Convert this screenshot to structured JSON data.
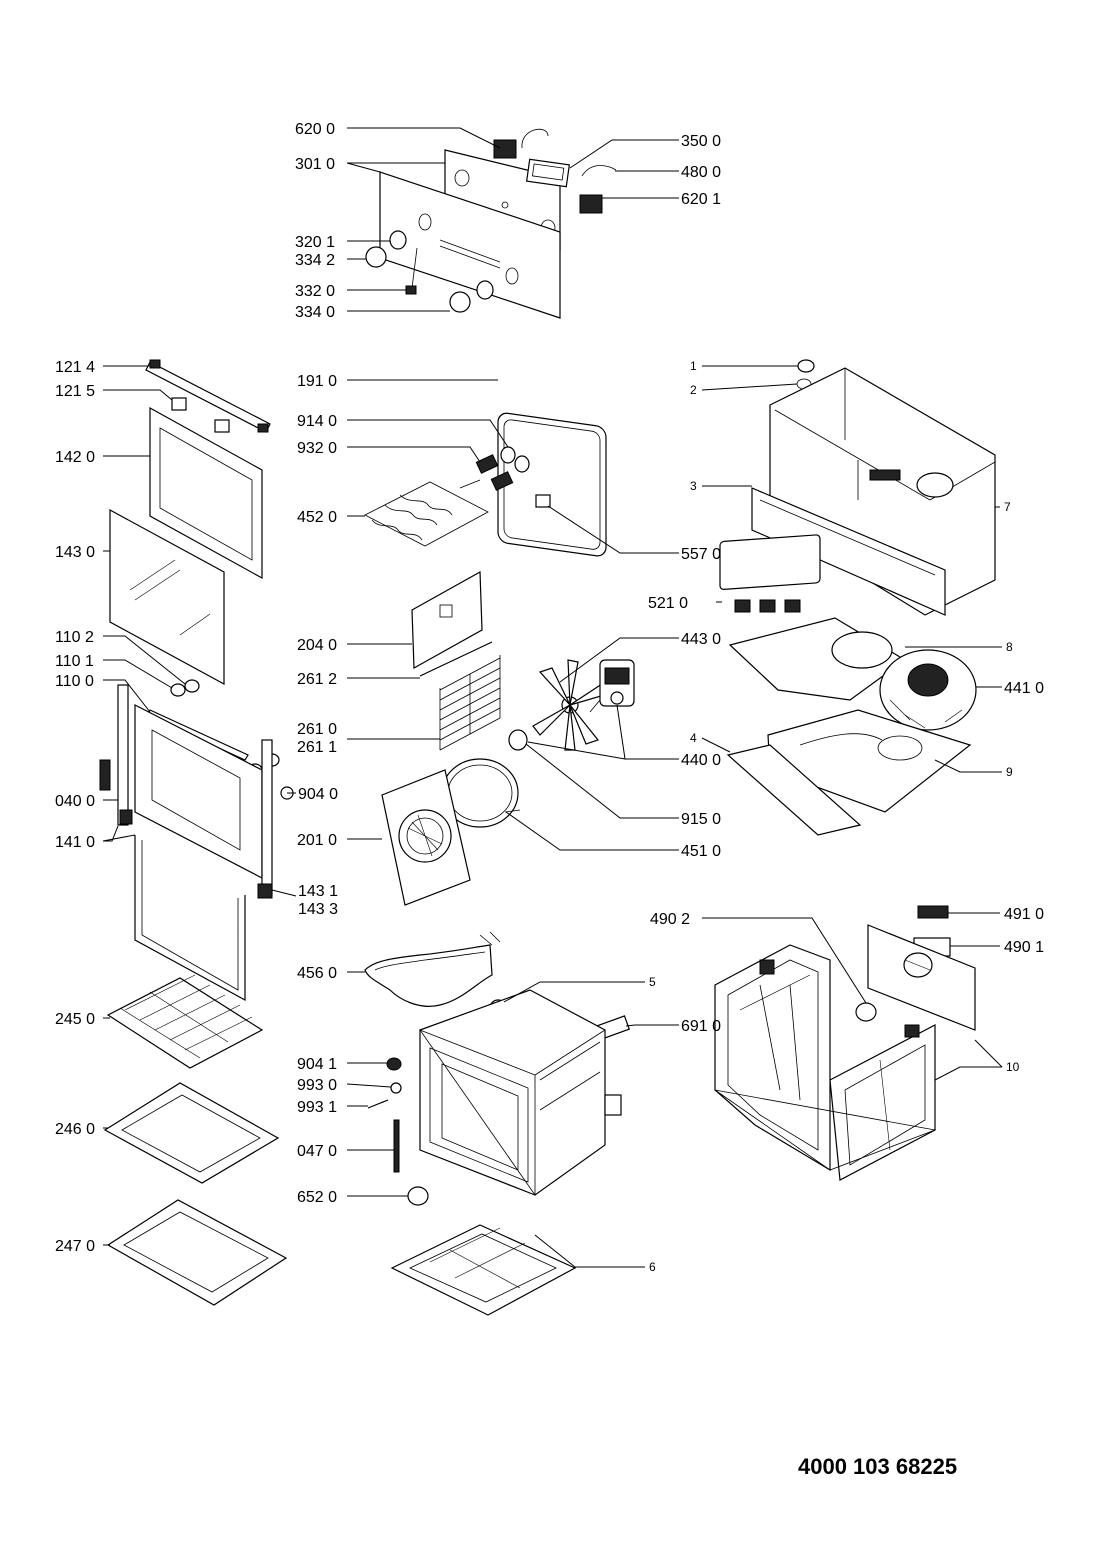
{
  "document_number": "4000 103 68225",
  "labels": {
    "l_620_0": "620 0",
    "l_301_0": "301 0",
    "l_320_1": "320 1",
    "l_334_2": "334 2",
    "l_332_0": "332 0",
    "l_334_0": "334 0",
    "l_350_0": "350 0",
    "l_480_0": "480 0",
    "l_620_1": "620 1",
    "l_121_4": "121 4",
    "l_121_5": "121 5",
    "l_142_0": "142 0",
    "l_143_0": "143 0",
    "l_110_2": "110 2",
    "l_110_1": "110 1",
    "l_110_0": "110 0",
    "l_040_0": "040 0",
    "l_141_0": "141 0",
    "l_245_0": "245 0",
    "l_246_0": "246 0",
    "l_247_0": "247 0",
    "l_191_0": "191 0",
    "l_914_0": "914 0",
    "l_932_0": "932 0",
    "l_452_0": "452 0",
    "l_557_0": "557 0",
    "l_204_0": "204 0",
    "l_261_2": "261 2",
    "l_261_0": "261 0",
    "l_261_1": "261 1",
    "l_904_0": "904 0",
    "l_201_0": "201 0",
    "l_143_1": "143 1",
    "l_143_3": "143 3",
    "l_443_0": "443 0",
    "l_440_0": "440 0",
    "l_915_0": "915 0",
    "l_451_0": "451 0",
    "l_456_0": "456 0",
    "l_904_1": "904 1",
    "l_993_0": "993 0",
    "l_993_1": "993 1",
    "l_047_0": "047 0",
    "l_652_0": "652 0",
    "l_691_0": "691 0",
    "l_521_0": "521 0",
    "l_441_0": "441 0",
    "l_490_2": "490 2",
    "l_491_0": "491 0",
    "l_490_1": "490 1",
    "l_1": "1",
    "l_2": "2",
    "l_3": "3",
    "l_4": "4",
    "l_5": "5",
    "l_6": "6",
    "l_7": "7",
    "l_8": "8",
    "l_9": "9",
    "l_10": "10"
  }
}
